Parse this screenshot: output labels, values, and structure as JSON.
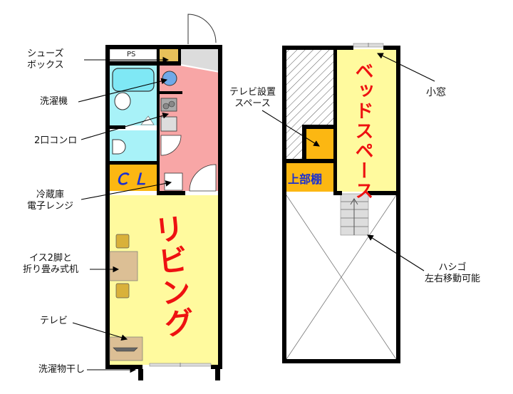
{
  "left_plan": {
    "labels": {
      "shoe_box": [
        "シューズ",
        "ボックス"
      ],
      "washing_machine": "洗濯機",
      "stove": "2口コンロ",
      "fridge": [
        "冷蔵庫",
        "電子レンジ"
      ],
      "chairs_table": [
        "イス2脚と",
        "折り畳み式机"
      ],
      "tv": "テレビ",
      "laundry_pole": "洗濯物干し"
    },
    "rooms": {
      "ps": "PS",
      "closet": "ＣＬ",
      "living": "リビング"
    }
  },
  "right_plan": {
    "labels": {
      "tv_space": [
        "テレビ設置",
        "スペース"
      ],
      "small_window": "小窓",
      "ladder": [
        "ハシゴ",
        "左右移動可能"
      ]
    },
    "rooms": {
      "upper_shelf": "上部棚",
      "bed_space": "ベッドスペース"
    }
  },
  "colors": {
    "living": "#fffa9e",
    "kitchen": "#f8a6a6",
    "bath": "#a8f2f8",
    "closet": "#fcb712",
    "shoe_box": "#e7c05a",
    "furniture": "#dcbf95",
    "room_label": "#ee1111",
    "closet_label": "#1a2fd0"
  }
}
